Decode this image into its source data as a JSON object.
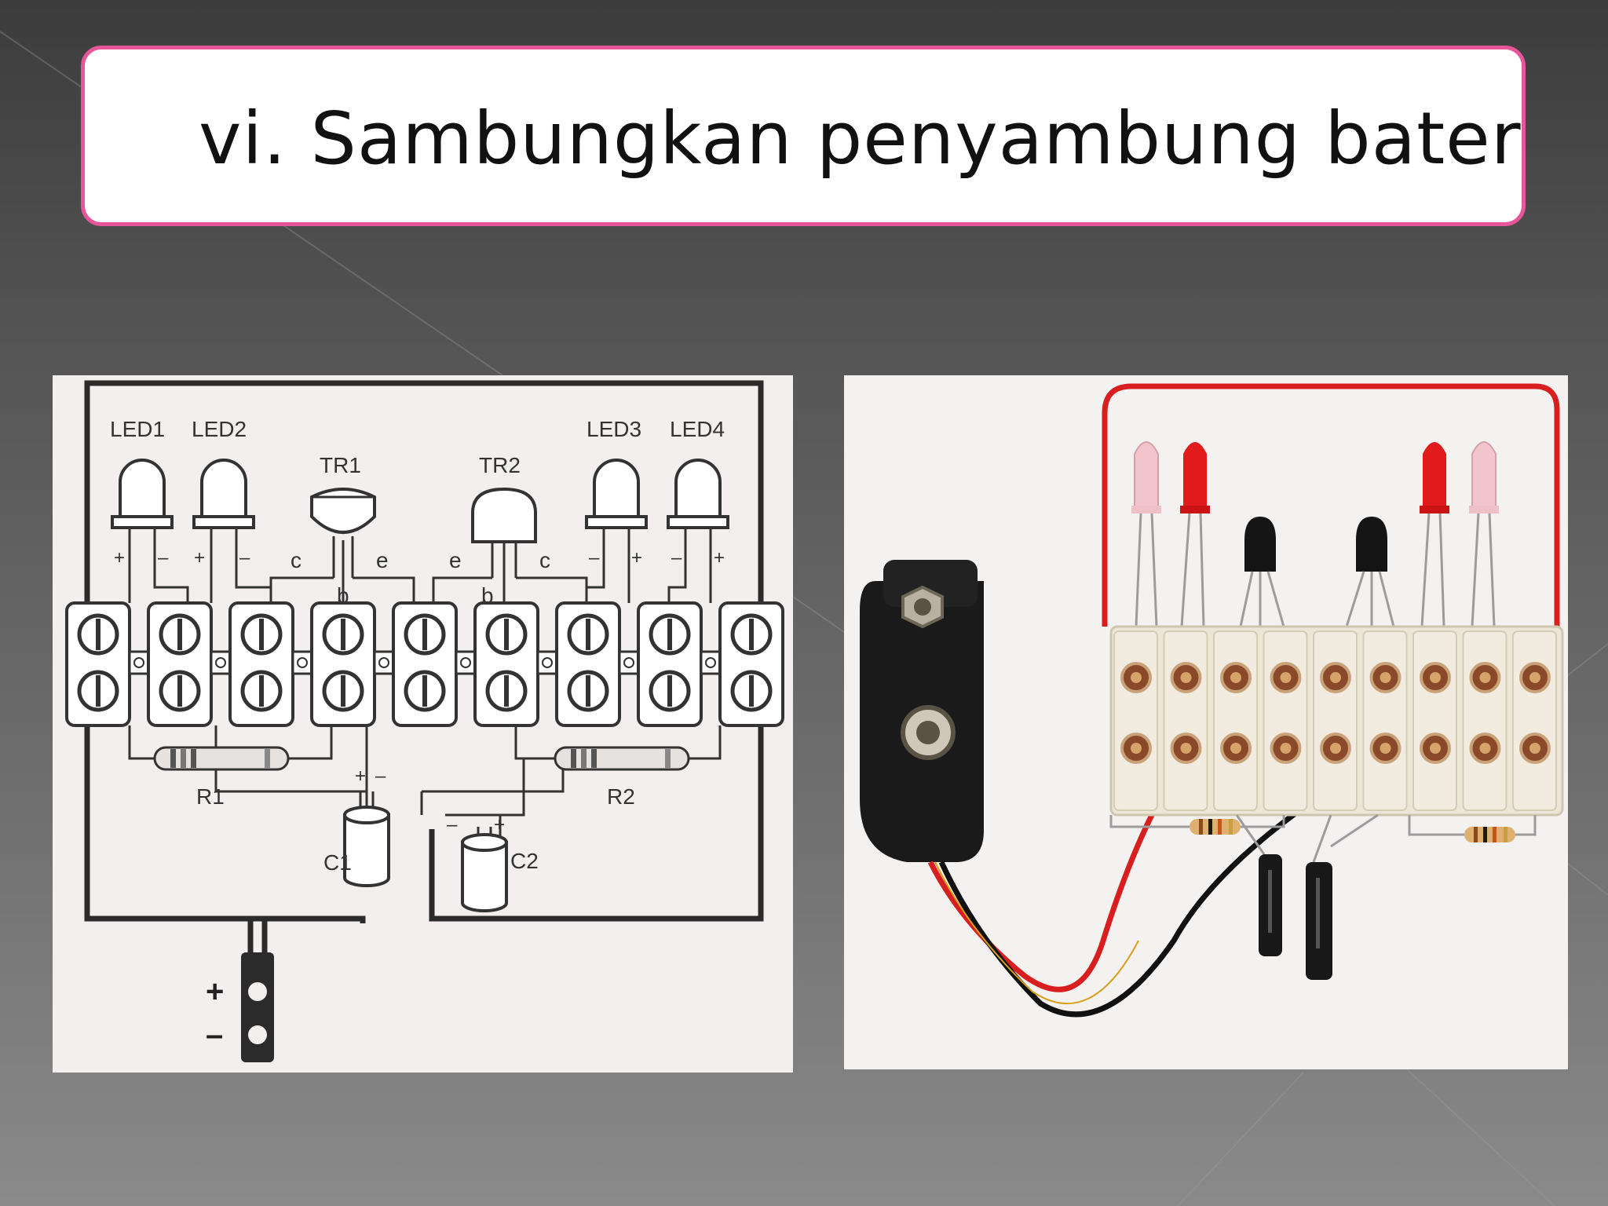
{
  "slide": {
    "title": "vi. Sambungkan penyambung bateri."
  },
  "diagram": {
    "led_labels": [
      "LED1",
      "LED2",
      "LED3",
      "LED4"
    ],
    "transistor_labels": [
      "TR1",
      "TR2"
    ],
    "resistor_labels": [
      "R1",
      "R2"
    ],
    "capacitor_labels": [
      "C1",
      "C2"
    ],
    "pins": {
      "plus": "+",
      "minus": "–",
      "collector": "c",
      "emitter": "e",
      "base": "b"
    },
    "battery": {
      "plus": "+",
      "minus": "–"
    }
  },
  "colors": {
    "title_border": "#e8569a",
    "wire_red": "#d81e1e",
    "led_red": "#e11b1b",
    "led_pink": "#f2c4cc",
    "terminal_block": "#ece6d6"
  }
}
